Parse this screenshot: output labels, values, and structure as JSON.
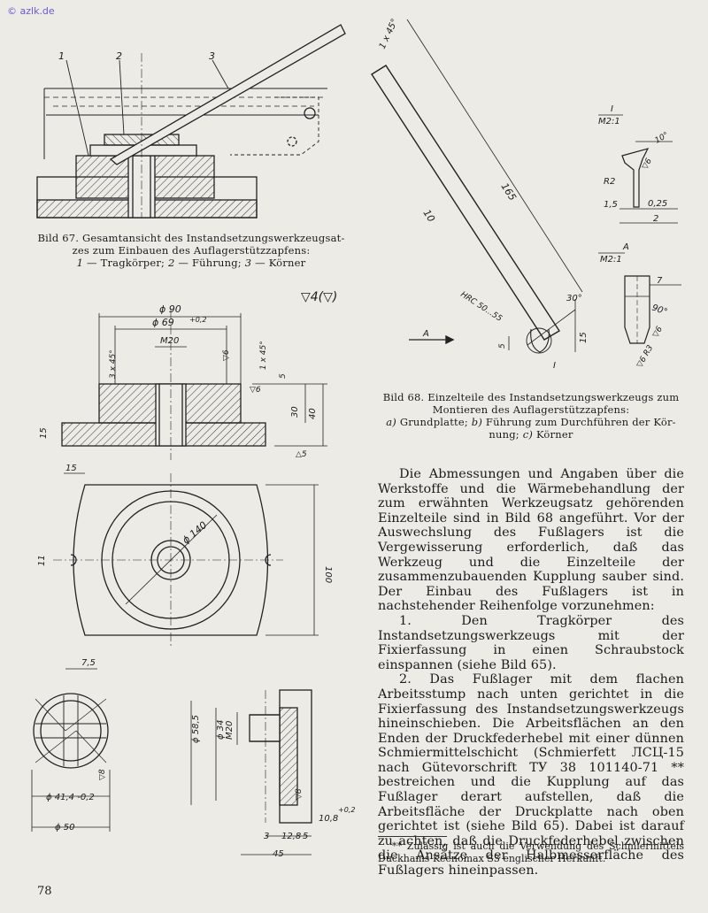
{
  "watermark": "© azlk.de",
  "fig67": {
    "labels": [
      "1",
      "2",
      "3"
    ],
    "caption_line1": "Bild 67. Gesamtansicht des Instandsetzungswerkzeugsat-",
    "caption_line2": "zes zum Einbauen des Auflagerstützzapfens:",
    "caption_items": [
      {
        "num": "1",
        "text": "Tragkörper;"
      },
      {
        "num": "2",
        "text": "Führung;"
      },
      {
        "num": "3",
        "text": "Körner"
      }
    ]
  },
  "fig68": {
    "caption_line1": "Bild 68. Einzelteile des Instandsetzungswerkzeugs zum",
    "caption_line2": "Montieren des Auflagerstützzapfens:",
    "caption_items": [
      {
        "letter": "a)",
        "text": "Grundplatte;"
      },
      {
        "letter": "b)",
        "text": "Führung zum Durchführen der Kör-"
      },
      {
        "letter": "",
        "text": "nung;"
      },
      {
        "letter": "c)",
        "text": "Körner"
      }
    ]
  },
  "dims": {
    "surface_mark": "▽4(▽)",
    "d90": "ϕ 90",
    "d69": "ϕ 69",
    "d69_tol": "+0,2",
    "m20": "M20",
    "chamfer_3x45": "3 x 45°",
    "v6": "▽6",
    "chamfer_1x45": "1 x 45°",
    "v6b": "▽6",
    "d5": "5",
    "d30": "30",
    "d40": "40",
    "d15_side": "15",
    "v5": "△5",
    "d15_top": "15",
    "d140": "ϕ 140",
    "d100": "100",
    "d11": "11",
    "d7_5": "7,5",
    "d41": "ϕ 41,4 -0,2",
    "d50": "ϕ 50",
    "v8_left": "▽8",
    "d58": "ϕ 58,5",
    "d34": "ϕ 34",
    "m20b": "M20",
    "v8_mid": "▽8",
    "d10_8": "10,8",
    "d10_8_tol": "+0,2",
    "d3": "3",
    "d12": "12,8",
    "d5b": "5",
    "d45": "45",
    "k_1x45": "1 x 45°",
    "k_165": "165",
    "k_10": "10",
    "k_hrc": "HRC 50...55",
    "k_30": "30°",
    "k_15": "15",
    "k_5": "5",
    "arrow_a": "A",
    "mark_i": "I",
    "detail_i_title": "I",
    "detail_i_scale": "M2:1",
    "di_10": "10°",
    "di_r2": "R2",
    "di_v6": "▽6",
    "di_1_5": "1,5",
    "di_0_25": "0,25",
    "di_2": "2",
    "detail_a_title": "A",
    "detail_a_scale": "M2:1",
    "da_7": "7",
    "da_90": "90°",
    "da_v6": "▽6",
    "da_r3": "▽6 R3"
  },
  "body_paragraphs": [
    "Die Abmessungen und Angaben über die Werkstoffe und die Wärmebehandlung der zum erwähnten Werkzeugsatz gehörenden Einzelteile sind in Bild 68 angeführt. Vor der Auswechslung des Fußlagers ist die Vergewisserung erforderlich, daß das Werkzeug und die Einzelteile der zusammenzubauenden Kupplung sauber sind. Der Einbau des Fußlagers ist in nachstehender Reihenfolge vorzunehmen:",
    "1. Den Tragkörper des Instandsetzungswerkzeugs mit der Fixierfassung in einen Schraubstock einspannen (siehe Bild 65).",
    "2. Das Fußlager mit dem flachen Arbeitsstump nach unten gerichtet in die Fixierfassung des Instandsetzungswerkzeugs hineinschieben. Die Arbeitsflächen an den Enden der Druckfederhebel mit einer dünnen Schmiermittelschicht (Schmierfett ЛСЦ-15 nach Gütevorschrift ТУ 38 101140-71 ** bestreichen und die Kupplung auf das Fußlager derart aufstellen, daß die Arbeitsfläche der Druckplatte nach oben gerichtet ist (siehe Bild 65). Dabei ist darauf zu achten, daß die Druckfederhebel zwischen die Ansätze der Halbmesserfläche des Fußlagers hineinpassen."
  ],
  "footnote": "** Zulässig ist auch die Verwendung des Schmiermittels Duckhams Keenomax S3 englischer Herkunft.",
  "page_number": "78"
}
